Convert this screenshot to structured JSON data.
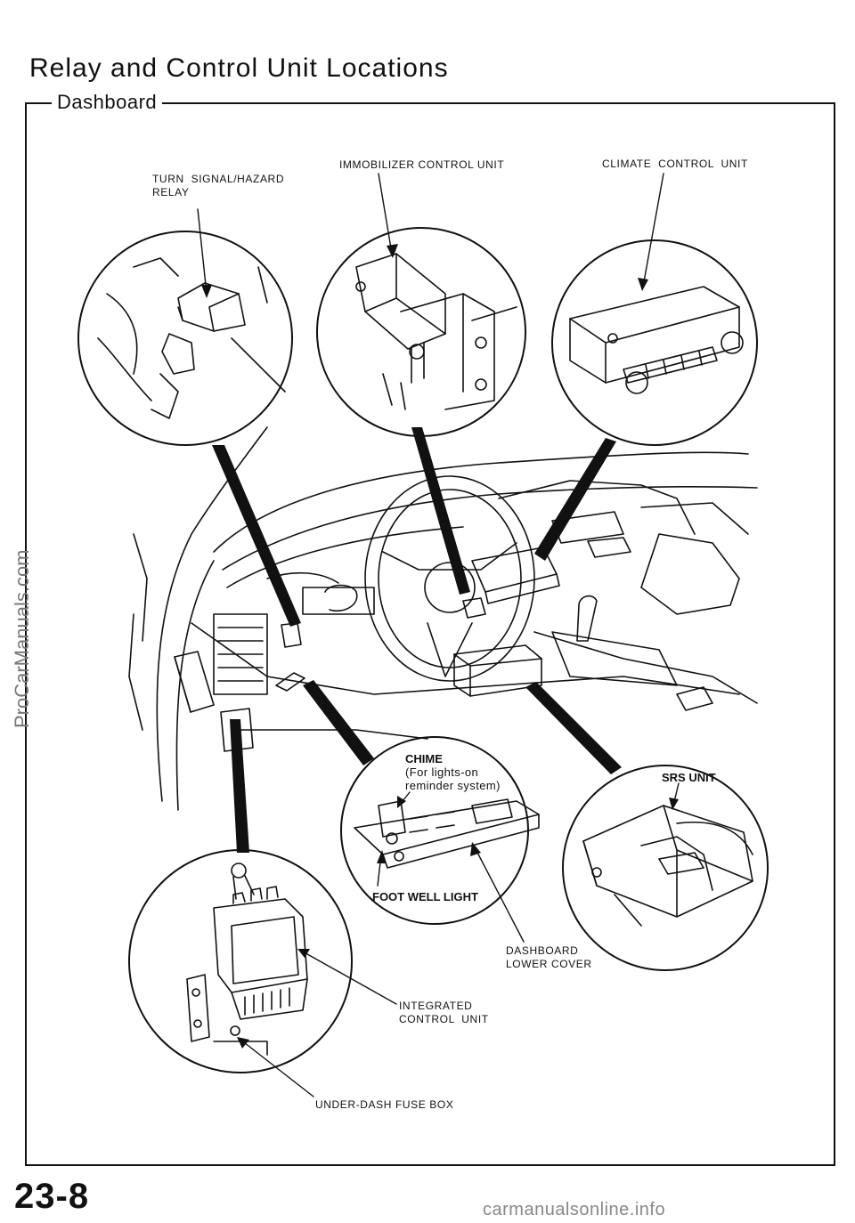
{
  "header": {
    "title": "Relay and Control Unit Locations",
    "section": "Dashboard"
  },
  "callouts": {
    "turn_signal": "TURN  SIGNAL/HAZARD\nRELAY",
    "immobilizer": "IMMOBILIZER CONTROL UNIT",
    "climate": "CLIMATE  CONTROL  UNIT",
    "chime": "CHIME",
    "chime_note": "(For lights-on\nreminder system)",
    "srs": "SRS UNIT",
    "foot_well": "FOOT WELL LIGHT",
    "dash_cover": "DASHBOARD\nLOWER COVER",
    "icu": "INTEGRATED\nCONTROL  UNIT",
    "fuse_box": "UNDER-DASH FUSE BOX"
  },
  "footer": {
    "page_number": "23-8",
    "watermark_side": "ProCarManuals.com",
    "watermark_bottom": "carmanualsonline.info"
  }
}
